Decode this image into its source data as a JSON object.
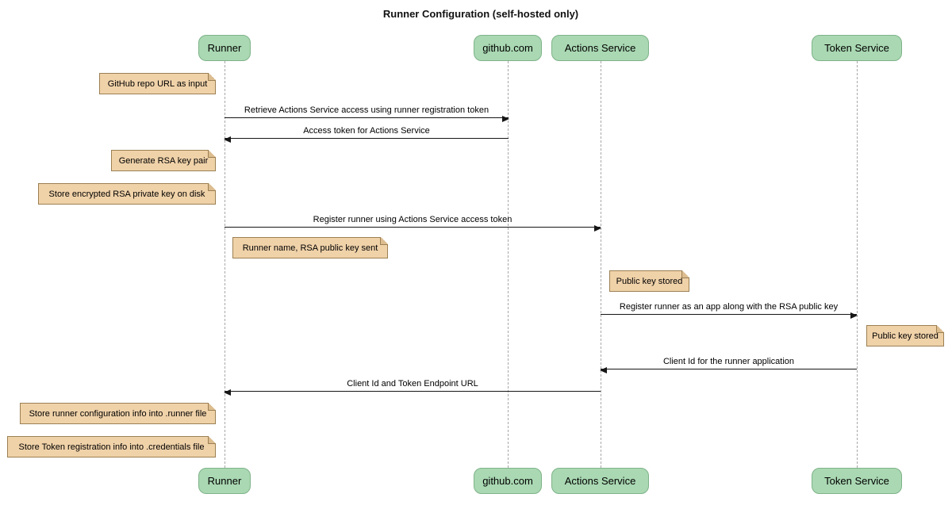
{
  "diagram": {
    "title": "Runner Configuration (self-hosted only)",
    "type": "sequence"
  },
  "participants": [
    {
      "name": "Runner"
    },
    {
      "name": "github.com"
    },
    {
      "name": "Actions Service"
    },
    {
      "name": "Token Service"
    }
  ],
  "messages": [
    {
      "label": "Retrieve Actions Service access using runner registration token",
      "from": "Runner",
      "to": "github.com"
    },
    {
      "label": "Access token for Actions Service",
      "from": "github.com",
      "to": "Runner"
    },
    {
      "label": "Register runner using Actions Service access token",
      "from": "Runner",
      "to": "Actions Service"
    },
    {
      "label": "Register runner as an app along with the RSA public key",
      "from": "Actions Service",
      "to": "Token Service"
    },
    {
      "label": "Client Id for the runner application",
      "from": "Token Service",
      "to": "Actions Service"
    },
    {
      "label": "Client Id and Token Endpoint URL",
      "from": "Actions Service",
      "to": "Runner"
    }
  ],
  "notes": [
    {
      "text": "GitHub repo URL as input",
      "anchor": "Runner",
      "side": "left"
    },
    {
      "text": "Generate RSA key pair",
      "anchor": "Runner",
      "side": "left"
    },
    {
      "text": "Store encrypted RSA private key on disk",
      "anchor": "Runner",
      "side": "left"
    },
    {
      "text": "Runner name, RSA public key sent",
      "anchor": "Runner",
      "side": "right"
    },
    {
      "text": "Public key stored",
      "anchor": "Actions Service",
      "side": "right"
    },
    {
      "text": "Public key stored",
      "anchor": "Token Service",
      "side": "right"
    },
    {
      "text": "Store runner configuration info into .runner file",
      "anchor": "Runner",
      "side": "left"
    },
    {
      "text": "Store Token registration info into .credentials file",
      "anchor": "Runner",
      "side": "left"
    }
  ],
  "colors": {
    "participant_fill": "#A9D8B2",
    "participant_border": "#7FB389",
    "note_fill": "#F0D2A9",
    "note_border": "#9B8053",
    "note_fold": "#DCBD90",
    "lifeline": "#A8A8A8",
    "arrow": "#161616",
    "text": "#111111",
    "background": "#FFFFFF"
  }
}
